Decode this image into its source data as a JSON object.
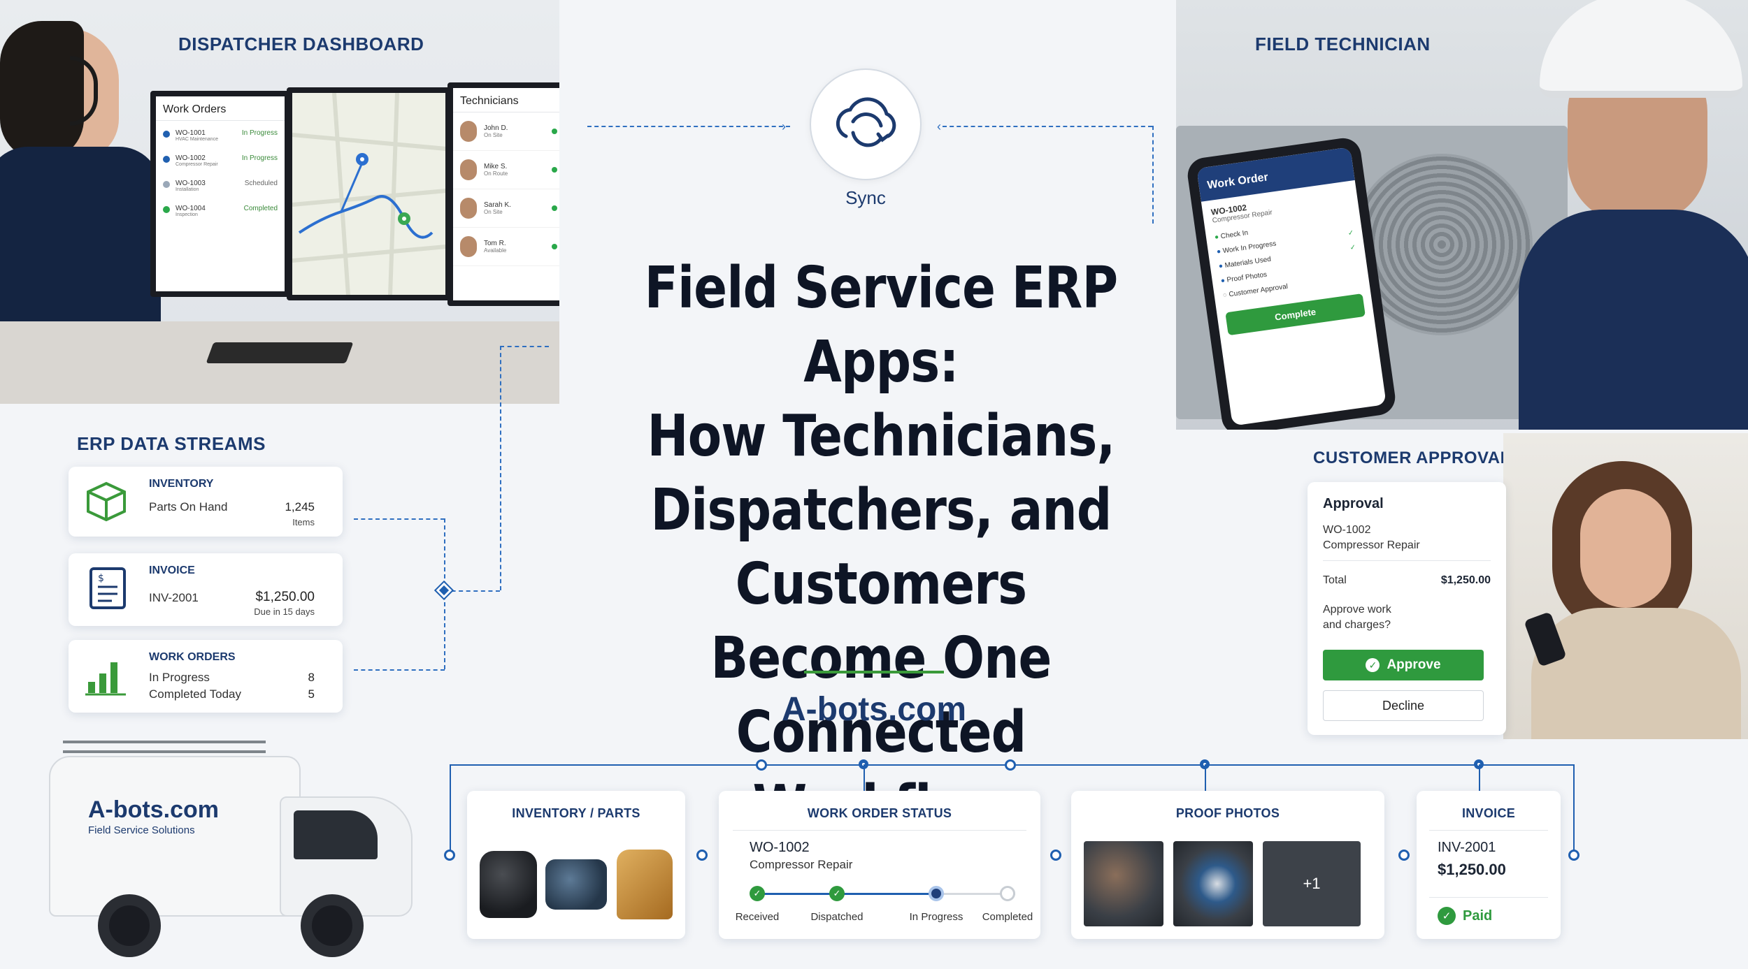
{
  "headline": {
    "line1": "Field Service ERP Apps:",
    "line2": "How Technicians,",
    "line3": "Dispatchers, and Customers",
    "line4": "Become One Connected",
    "line5": "Workflow"
  },
  "brand": "A-bots.com",
  "sync": {
    "label": "Sync",
    "icon": "sync-cloud-icon"
  },
  "dispatcher": {
    "section_title": "DISPATCHER DASHBOARD",
    "work_orders_title": "Work Orders",
    "work_orders": [
      {
        "id": "WO-1001",
        "desc": "HVAC Maintenance",
        "status": "In Progress"
      },
      {
        "id": "WO-1002",
        "desc": "Compressor Repair",
        "status": "In Progress"
      },
      {
        "id": "WO-1003",
        "desc": "Installation",
        "status": "Scheduled"
      },
      {
        "id": "WO-1004",
        "desc": "Inspection",
        "status": "Completed"
      }
    ],
    "technicians_title": "Technicians",
    "technicians": [
      {
        "name": "John D.",
        "status": "On Site"
      },
      {
        "name": "Mike S.",
        "status": "On Route"
      },
      {
        "name": "Sarah K.",
        "status": "On Site"
      },
      {
        "name": "Tom R.",
        "status": "Available"
      }
    ]
  },
  "field_tech": {
    "section_title": "FIELD TECHNICIAN",
    "phone_title": "Work Order",
    "wo_id": "WO-1002",
    "wo_desc": "Compressor Repair",
    "checklist": [
      "Check In",
      "Work In Progress",
      "Materials Used",
      "Proof Photos",
      "Customer Approval"
    ],
    "complete_label": "Complete"
  },
  "erp": {
    "section_title": "ERP DATA STREAMS",
    "inventory": {
      "label": "INVENTORY",
      "line1": "Parts On Hand",
      "value": "1,245",
      "unit": "Items",
      "icon": "box-icon"
    },
    "invoice": {
      "label": "INVOICE",
      "line1": "INV-2001",
      "value": "$1,250.00",
      "due": "Due in 15 days",
      "icon": "invoice-doc-icon"
    },
    "work_orders": {
      "label": "WORK ORDERS",
      "line1": "In Progress",
      "line2": "Completed Today",
      "value1": "8",
      "value2": "5",
      "icon": "bar-chart-icon"
    }
  },
  "customer": {
    "section_title": "CUSTOMER APPROVAL",
    "card_title": "Approval",
    "wo_id": "WO-1002",
    "wo_desc": "Compressor Repair",
    "total_label": "Total",
    "total_value": "$1,250.00",
    "question_line1": "Approve work",
    "question_line2": "and charges?",
    "approve_label": "Approve",
    "decline_label": "Decline"
  },
  "van": {
    "brand": "A-bots.com",
    "subtitle": "Field Service Solutions"
  },
  "bottom": {
    "inventory_title": "INVENTORY / PARTS",
    "status_title": "WORK ORDER STATUS",
    "status_wo": "WO-1002",
    "status_desc": "Compressor Repair",
    "steps": [
      {
        "label": "Received",
        "state": "done"
      },
      {
        "label": "Dispatched",
        "state": "done"
      },
      {
        "label": "In Progress",
        "state": "current"
      },
      {
        "label": "Completed",
        "state": "pending"
      }
    ],
    "photos_title": "PROOF PHOTOS",
    "photos_more": "+1",
    "invoice_title": "INVOICE",
    "invoice_id": "INV-2001",
    "invoice_amount": "$1,250.00",
    "invoice_status": "Paid"
  },
  "colors": {
    "navy": "#1c3a6e",
    "accent_blue": "#1f5fb0",
    "green": "#2f9a3e",
    "background": "#f3f5f8"
  }
}
